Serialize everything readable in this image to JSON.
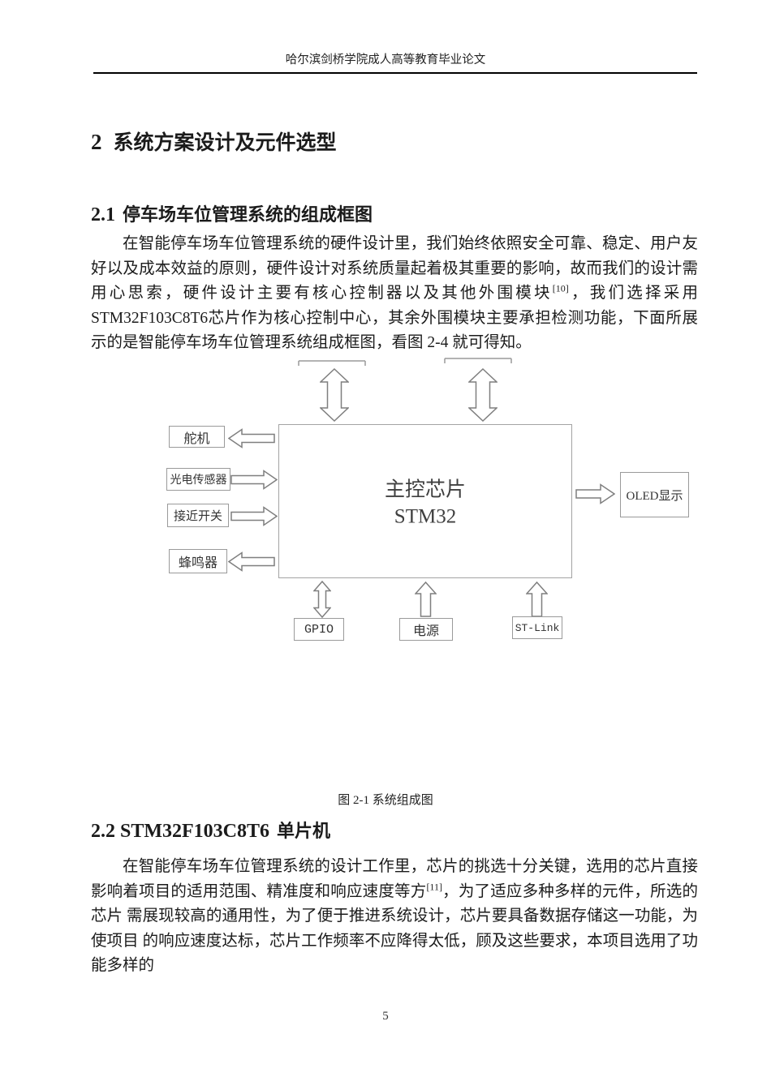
{
  "header": {
    "title": "哈尔滨剑桥学院成人高等教育毕业论文"
  },
  "headings": {
    "chapter_num": "2",
    "chapter_title": "系统方案设计及元件选型",
    "section1_num": "2.1",
    "section1_title": "停车场车位管理系统的组成框图",
    "section2_num": "2.2 STM32F103C8T6",
    "section2_title": "单片机"
  },
  "paragraph1": {
    "part1": "在智能停车场车位管理系统的硬件设计里，我们始终依照安全可靠、稳定、用户友好以及成本效益的原则，硬件设计对系统质量起着极其重要的影响，故而我们的设计需用心思索，硬件设计主要有核心控制器以及其他外围模块",
    "sup": "[10]",
    "part2": "，我们选择采用 STM32F103C8T6芯片作为核心控制中心，其余外围模块主要承担检测功能，下面所展示的是智能停车场车位管理系统组成框图，看图 2-4 就可得知。"
  },
  "figure": {
    "caption": "图 2-1 系统组成图",
    "main_chip_title": "主控芯片",
    "main_chip_subtitle": "STM32",
    "servo": "舵机",
    "photo_sensor": "光电传感器",
    "proximity_switch": "接近开关",
    "buzzer": "蜂鸣器",
    "oled": "OLED显示",
    "gpio": "GPIO",
    "power": "电源",
    "stlink": "ST-Link"
  },
  "paragraph2": {
    "part1": "在智能停车场车位管理系统的设计工作里，芯片的挑选十分关键，选用的芯片直接影响着项目的适用范围、精准度和响应速度等方",
    "sup": "[11]",
    "part2": "，为了适应多种多样的元件，所选的芯片 需展现较高的通用性，为了便于推进系统设计，芯片要具备数据存储这一功能，为使项目 的响应速度达标，芯片工作频率不应降得太低，顾及这些要求，本项目选用了功能多样的"
  },
  "footer": {
    "page_number": "5"
  },
  "colors": {
    "box_border": "#9a9a9a",
    "arrow_stroke": "#7f7f7f",
    "diagram_text": "#3f3f3f",
    "body_text": "#1b1b1b"
  }
}
